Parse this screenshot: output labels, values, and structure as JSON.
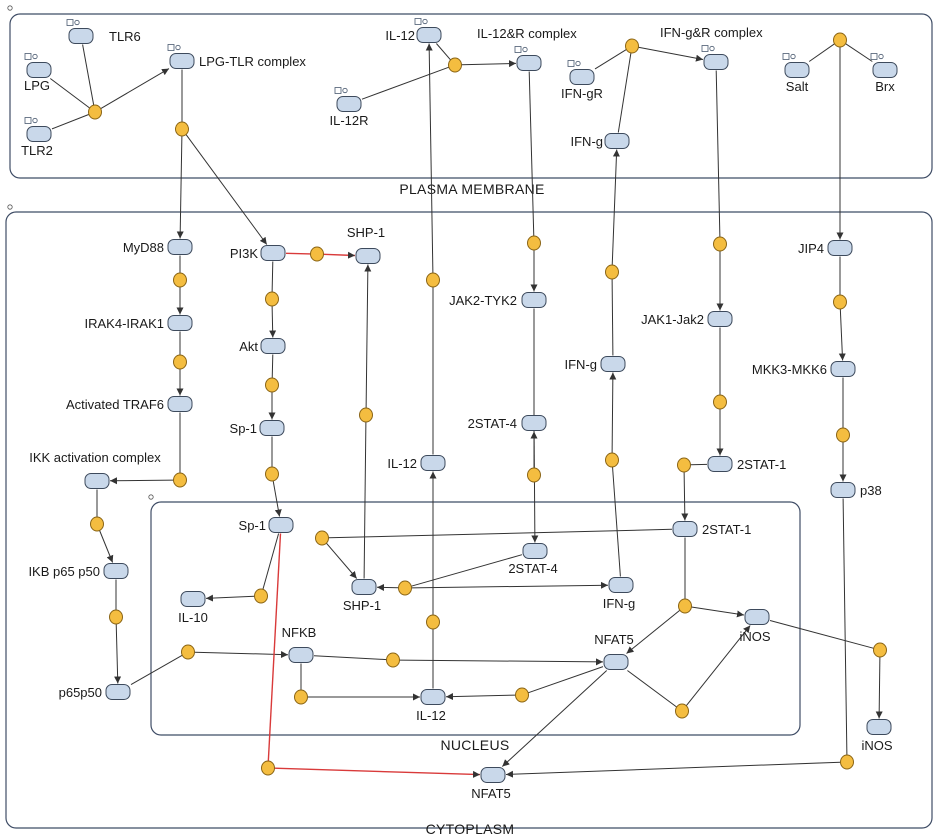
{
  "compartments": [
    {
      "id": "pm",
      "label": "PLASMA MEMBRANE"
    },
    {
      "id": "cyto",
      "label": "CYTOPLASM"
    },
    {
      "id": "nuc",
      "label": "NUCLEUS"
    }
  ],
  "nodes": [
    {
      "id": "lpg",
      "label": "LPG"
    },
    {
      "id": "tlr6",
      "label": "TLR6"
    },
    {
      "id": "tlr2",
      "label": "TLR2"
    },
    {
      "id": "lpgtlr",
      "label": "LPG-TLR complex"
    },
    {
      "id": "il12m",
      "label": "IL-12"
    },
    {
      "id": "il12r",
      "label": "IL-12R"
    },
    {
      "id": "il12rc",
      "label": "IL-12&R complex"
    },
    {
      "id": "ifngr",
      "label": "IFN-gR"
    },
    {
      "id": "ifngrc",
      "label": "IFN-g&R complex"
    },
    {
      "id": "ifngm",
      "label": "IFN-g"
    },
    {
      "id": "salt",
      "label": "Salt"
    },
    {
      "id": "brx",
      "label": "Brx"
    },
    {
      "id": "myd88",
      "label": "MyD88"
    },
    {
      "id": "pi3k",
      "label": "PI3K"
    },
    {
      "id": "shp1c",
      "label": "SHP-1"
    },
    {
      "id": "irak",
      "label": "IRAK4-IRAK1"
    },
    {
      "id": "akt",
      "label": "Akt"
    },
    {
      "id": "traf6",
      "label": "Activated TRAF6"
    },
    {
      "id": "sp1c",
      "label": "Sp-1"
    },
    {
      "id": "ikk",
      "label": "IKK activation complex"
    },
    {
      "id": "ikb",
      "label": "IKB p65 p50"
    },
    {
      "id": "p65",
      "label": "p65p50"
    },
    {
      "id": "jak2",
      "label": "JAK2-TYK2"
    },
    {
      "id": "stat4c",
      "label": "2STAT-4"
    },
    {
      "id": "il12c",
      "label": "IL-12"
    },
    {
      "id": "ifngc",
      "label": "IFN-g"
    },
    {
      "id": "jak1",
      "label": "JAK1-Jak2"
    },
    {
      "id": "stat1c",
      "label": "2STAT-1"
    },
    {
      "id": "jip4",
      "label": "JIP4"
    },
    {
      "id": "mkk",
      "label": "MKK3-MKK6"
    },
    {
      "id": "p38",
      "label": "p38"
    },
    {
      "id": "inosc",
      "label": "iNOS"
    },
    {
      "id": "nfat5c",
      "label": "NFAT5"
    },
    {
      "id": "sp1n",
      "label": "Sp-1"
    },
    {
      "id": "il10",
      "label": "IL-10"
    },
    {
      "id": "shp1n",
      "label": "SHP-1"
    },
    {
      "id": "stat4n",
      "label": "2STAT-4"
    },
    {
      "id": "ifngn",
      "label": "IFN-g"
    },
    {
      "id": "stat1n",
      "label": "2STAT-1"
    },
    {
      "id": "nfkb",
      "label": "NFKB"
    },
    {
      "id": "nfat5n",
      "label": "NFAT5"
    },
    {
      "id": "inosn",
      "label": "iNOS"
    },
    {
      "id": "il12n",
      "label": "IL-12"
    }
  ],
  "colors": {
    "node_fill": "#c9d8ea",
    "node_stroke": "#3d4a5c",
    "process_fill": "#f4bd40",
    "edge": "#333333",
    "inhibition_edge": "#d93a3a",
    "compartment_stroke": "#3f4d66"
  }
}
